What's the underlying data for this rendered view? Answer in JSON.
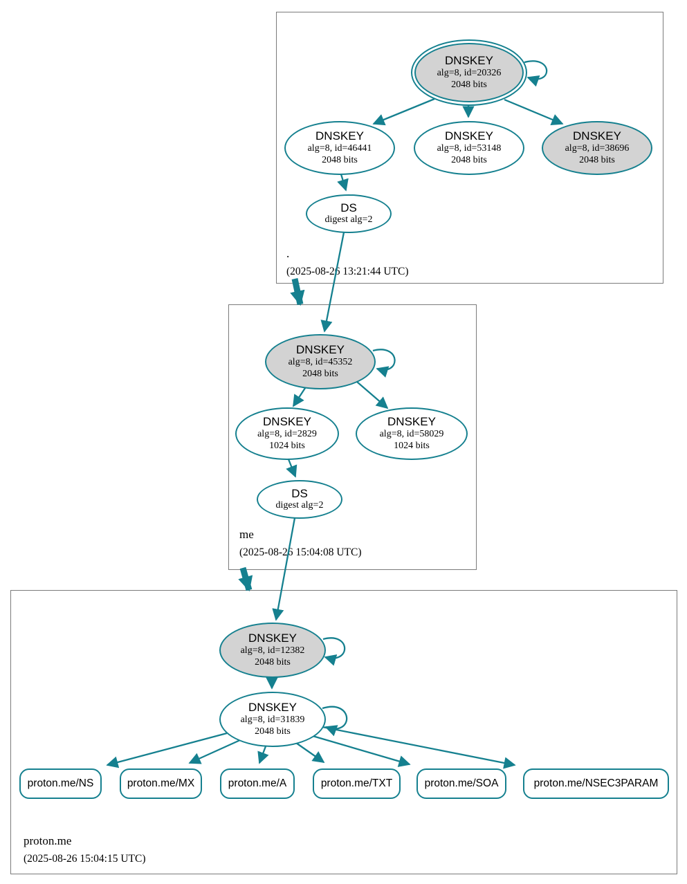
{
  "diagram_type": "DNSSEC authentication chain (DNSViz style graph)",
  "colors": {
    "accent": "#15808f",
    "ksk_fill": "#d3d3d3",
    "zone_box_border": "#7a7a7a"
  },
  "zones": [
    {
      "name": ".",
      "timestamp": "(2025-08-26 13:21:44 UTC)",
      "nodes": {
        "ksk": {
          "title": "DNSKEY",
          "line2": "alg=8, id=20326",
          "line3": "2048 bits"
        },
        "key1": {
          "title": "DNSKEY",
          "line2": "alg=8, id=46441",
          "line3": "2048 bits"
        },
        "key2": {
          "title": "DNSKEY",
          "line2": "alg=8, id=53148",
          "line3": "2048 bits"
        },
        "key3": {
          "title": "DNSKEY",
          "line2": "alg=8, id=38696",
          "line3": "2048 bits"
        },
        "ds": {
          "title": "DS",
          "line2": "digest alg=2"
        }
      }
    },
    {
      "name": "me",
      "timestamp": "(2025-08-26 15:04:08 UTC)",
      "nodes": {
        "ksk": {
          "title": "DNSKEY",
          "line2": "alg=8, id=45352",
          "line3": "2048 bits"
        },
        "key1": {
          "title": "DNSKEY",
          "line2": "alg=8, id=2829",
          "line3": "1024 bits"
        },
        "key2": {
          "title": "DNSKEY",
          "line2": "alg=8, id=58029",
          "line3": "1024 bits"
        },
        "ds": {
          "title": "DS",
          "line2": "digest alg=2"
        }
      }
    },
    {
      "name": "proton.me",
      "timestamp": "(2025-08-26 15:04:15 UTC)",
      "nodes": {
        "ksk": {
          "title": "DNSKEY",
          "line2": "alg=8, id=12382",
          "line3": "2048 bits"
        },
        "zsk": {
          "title": "DNSKEY",
          "line2": "alg=8, id=31839",
          "line3": "2048 bits"
        }
      },
      "rrsets": [
        {
          "label": "proton.me/NS"
        },
        {
          "label": "proton.me/MX"
        },
        {
          "label": "proton.me/A"
        },
        {
          "label": "proton.me/TXT"
        },
        {
          "label": "proton.me/SOA"
        },
        {
          "label": "proton.me/NSEC3PARAM"
        }
      ]
    }
  ]
}
